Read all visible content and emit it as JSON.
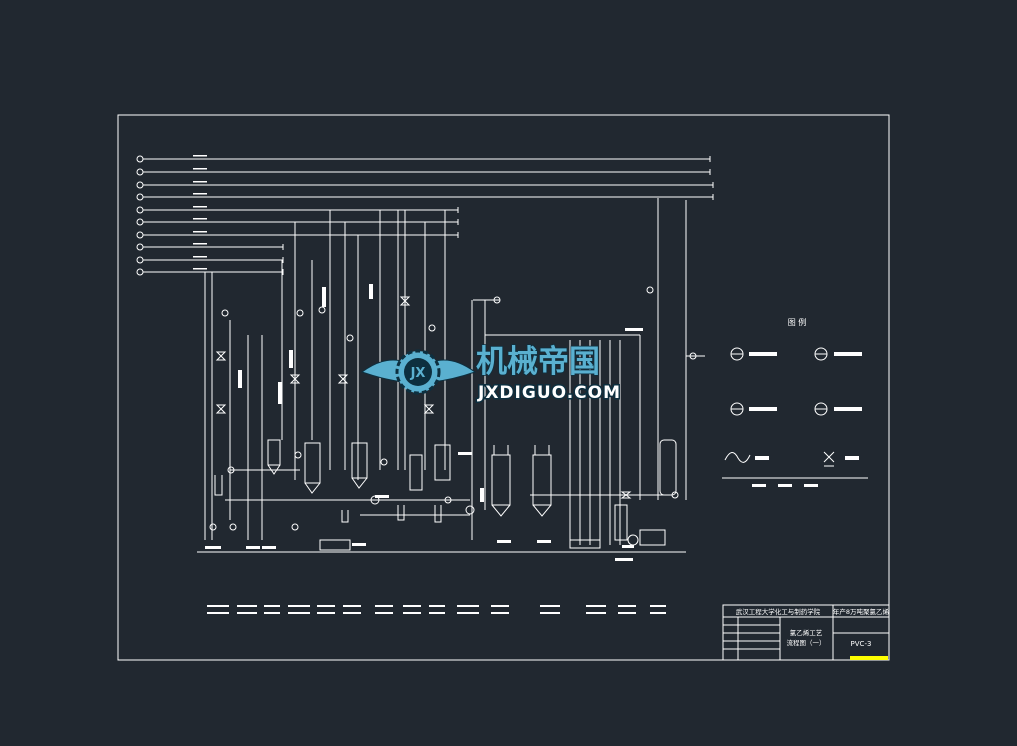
{
  "colors": {
    "background": "#212830",
    "line": "#ffffff",
    "watermark_blue": "#5ab0d0",
    "watermark_dark": "#0d2f3f",
    "highlight": "#ffff00"
  },
  "watermark": {
    "brand_cn": "机械帝国",
    "brand_en": "JXDIGUO.COM",
    "logo_letters": "JX"
  },
  "legend": {
    "title": "图 例"
  },
  "title_block": {
    "school": "武汉工程大学化工与制药学院",
    "project": "年产8万吨聚氯乙烯",
    "drawing_name_line1": "氯乙烯工艺",
    "drawing_name_line2": "流程图（一）",
    "drawing_no": "PVC-3"
  }
}
